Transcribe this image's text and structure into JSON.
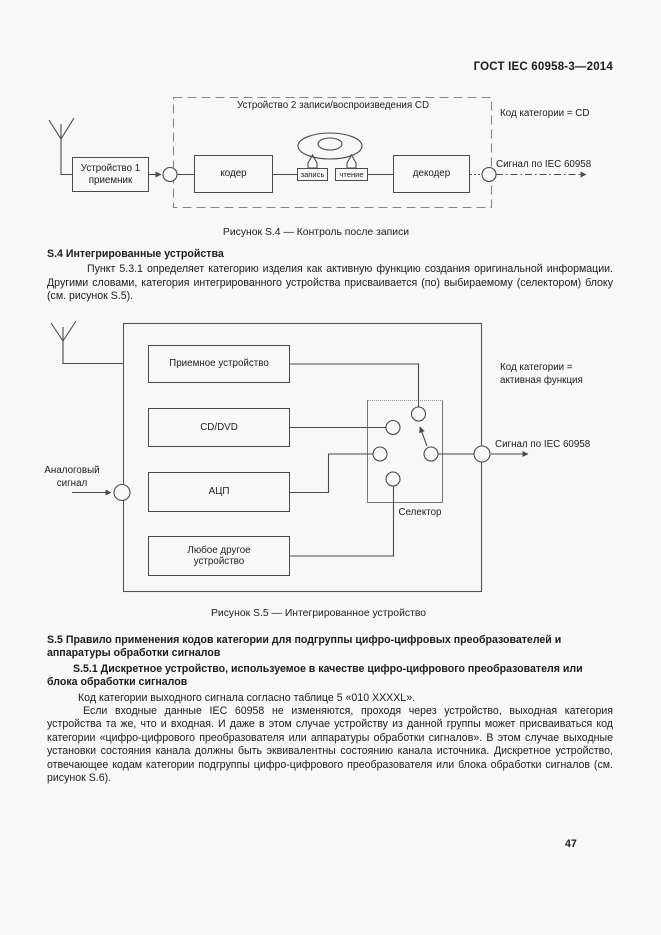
{
  "page": {
    "header": "ГОСТ IEC 60958-3—2014",
    "page_number": "47"
  },
  "figure_s4": {
    "caption": "Рисунок S.4 — Контроль после записи",
    "device1": "Устройство 1\nприемник",
    "device2_title": "Устройство 2 записи/воспроизведения CD",
    "encoder": "кодер",
    "write": "запись",
    "read": "чтение",
    "decoder": "декодер",
    "category_label": "Код категории = CD",
    "signal_label": "Сигнал по IEC 60958"
  },
  "section_s4": {
    "heading": "S.4 Интегрированные устройства",
    "paragraph": "Пункт 5.3.1 определяет категорию изделия как активную функцию создания оригинальной информации. Другими словами, категория интегрированного устройства присваивается (по) выбираемому (селектором) блоку (см. рисунок S.5)."
  },
  "figure_s5": {
    "caption": "Рисунок S.5 — Интегрированное устройство",
    "analog_label": "Аналоговый\nсигнал",
    "receiver": "Приемное устройство",
    "cd_dvd": "CD/DVD",
    "adc": "АЦП",
    "other_device": "Любое другое\nустройство",
    "selector_label": "Селектор",
    "category_label": "Код категории =\nактивная функция",
    "signal_label": "Сигнал по IEC 60958"
  },
  "section_s5": {
    "heading": "S.5 Правило применения кодов категории для подгруппы цифро-цифровых преобразователей и аппаратуры обработки сигналов",
    "s51_heading": "S.5.1 Дискретное устройство, используемое в качестве цифро-цифрового преобразователя или блока обработки сигналов",
    "paragraph1": "Код категории выходного сигнала согласно таблице 5 «010 XXXXL».",
    "paragraph2": "Если входные данные IEC 60958 не изменяются, проходя через устройство, выходная категория устройства та же, что и входная. И даже в этом случае устройству из данной группы может присваиваться код категории «цифро-цифрового преобразователя или аппаратуры обработки сигналов». В этом случае выходные установки состояния канала должны быть эквивалентны состоянию канала источника. Дискретное устройство, отвечающее кодам категории подгруппы цифро-цифрового преобразователя или блока обработки сигналов (см. рисунок S.6)."
  }
}
